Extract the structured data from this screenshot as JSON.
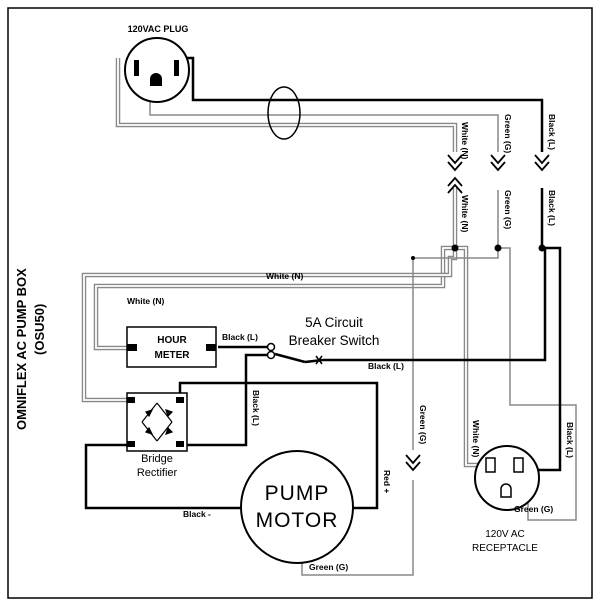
{
  "title": {
    "line1": "OMNIFLEX AC PUMP BOX",
    "line2": "(OSU50)"
  },
  "plug": {
    "label": "120VAC PLUG"
  },
  "hour_meter": {
    "line1": "HOUR",
    "line2": "METER"
  },
  "breaker": {
    "line1": "5A Circuit",
    "line2": "Breaker Switch"
  },
  "rectifier": {
    "line1": "Bridge",
    "line2": "Rectifier"
  },
  "pump": {
    "line1": "PUMP",
    "line2": "MOTOR"
  },
  "receptacle": {
    "line1": "120V AC",
    "line2": "RECEPTACLE"
  },
  "wire_labels": {
    "white_n": "White (N)",
    "green_g": "Green (G)",
    "black_l": "Black (L)",
    "black_minus": "Black -",
    "red_plus": "Red +"
  },
  "colors": {
    "black_wire": "#000000",
    "gray_wire": "#888888",
    "double_wire_inner": "#ffffff"
  }
}
